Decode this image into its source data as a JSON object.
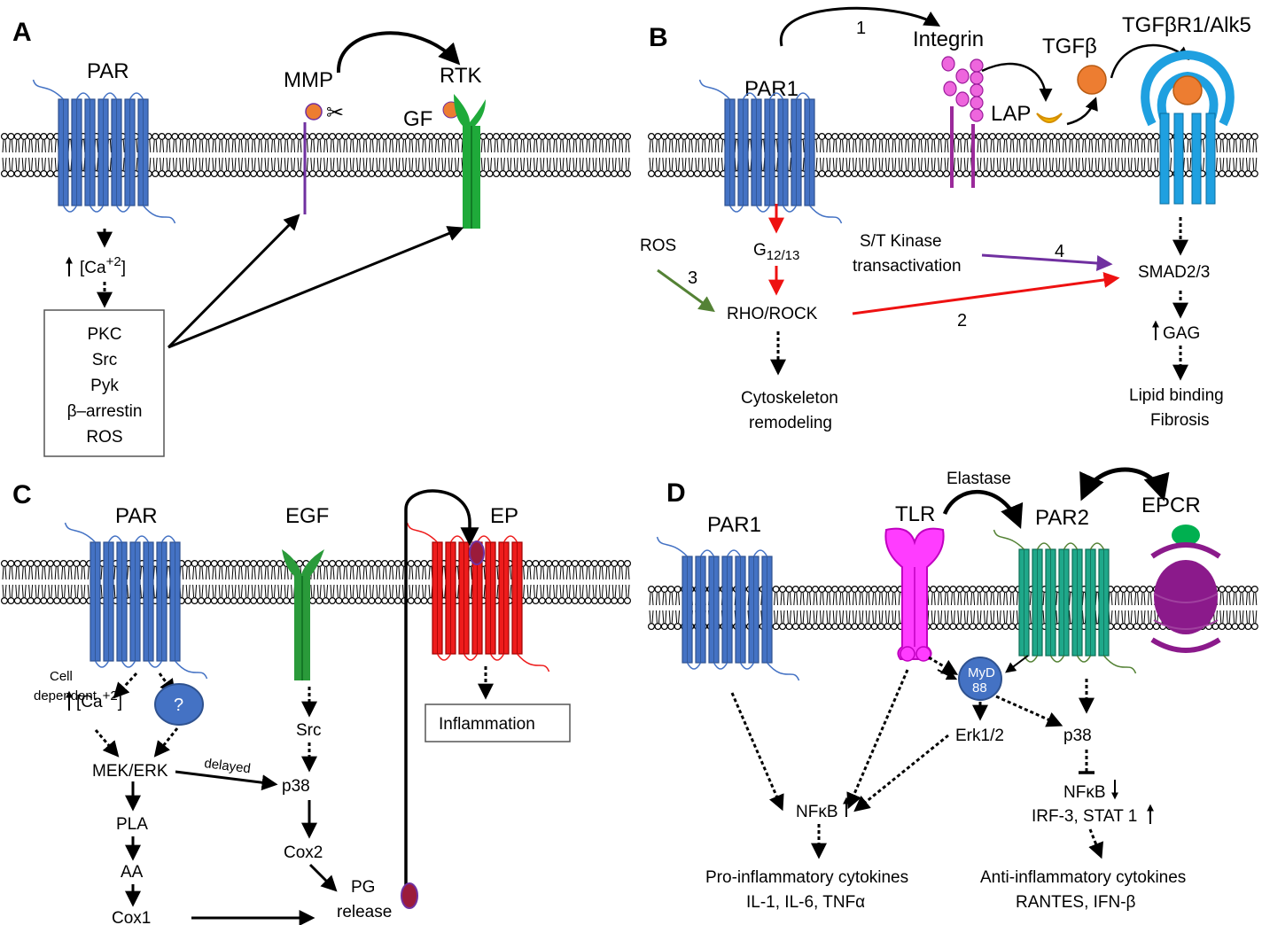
{
  "panels": {
    "A": {
      "letter": "A",
      "par": "PAR",
      "mmp": "MMP",
      "rtk": "RTK",
      "gf": "GF",
      "ca_up": "[Ca",
      "ca_sup": "+2",
      "ca_close": "]",
      "box": [
        "PKC",
        "Src",
        "Pyk",
        "β–arrestin",
        "ROS"
      ]
    },
    "B": {
      "letter": "B",
      "par1": "PAR1",
      "integrin": "Integrin",
      "tgfb": "TGFβ",
      "tgfbr": "TGFβR1/Alk5",
      "lap": "LAP",
      "ros": "ROS",
      "g": "G",
      "g_sub": "12/13",
      "rho": "RHO/ROCK",
      "cyto1": "Cytoskeleton",
      "cyto2": "remodeling",
      "st1": "S/T Kinase",
      "st2": "transactivation",
      "smad": "SMAD2/3",
      "gag": "GAG",
      "lipid": "Lipid binding",
      "fibrosis": "Fibrosis",
      "n1": "1",
      "n2": "2",
      "n3": "3",
      "n4": "4"
    },
    "C": {
      "letter": "C",
      "par": "PAR",
      "egf": "EGF",
      "ep": "EP",
      "cell1": "Cell",
      "cell2": "dependent",
      "ca": "[Ca",
      "ca_sup": "+2",
      "ca_close": "]",
      "q": "?",
      "mek": "MEK/ERK",
      "delayed": "delayed",
      "src": "Src",
      "p38": "p38",
      "pla": "PLA",
      "aa": "AA",
      "cox1": "Cox1",
      "cox2": "Cox2",
      "pg1": "PG",
      "pg2": "release",
      "inflam": "Inflammation"
    },
    "D": {
      "letter": "D",
      "par1": "PAR1",
      "tlr": "TLR",
      "elastase": "Elastase",
      "par2": "PAR2",
      "epcr": "EPCR",
      "myd1": "MyD",
      "myd2": "88",
      "erk": "Erk1/2",
      "p38": "p38",
      "nfkb1": "NFκB",
      "nfkb2": "NFκB",
      "irf": "IRF-3, STAT 1",
      "pro1": "Pro-inflammatory cytokines",
      "pro2": "IL-1, IL-6, TNFα",
      "anti1": "Anti-inflammatory cytokines",
      "anti2": "RANTES, IFN-β"
    }
  },
  "colors": {
    "par_blue": "#4472c4",
    "mmp_purple": "#7030a0",
    "rtk_green": "#1faa3a",
    "egf_green": "#2a9a3a",
    "ep_red": "#ee1c1c",
    "tlr_magenta": "#ff3cff",
    "par2_teal": "#1fa88a",
    "tgfbr_blue": "#1fa0e0",
    "integrin_pink": "#ee66dd",
    "epcr_purple": "#8b1a8b",
    "epcr_green": "#00b050",
    "orange": "#ed7d31",
    "lap_yellow": "#f5b800",
    "ros_arrow": "#548235",
    "st_arrow": "#7030a0",
    "red_arrow": "#ee1111"
  }
}
